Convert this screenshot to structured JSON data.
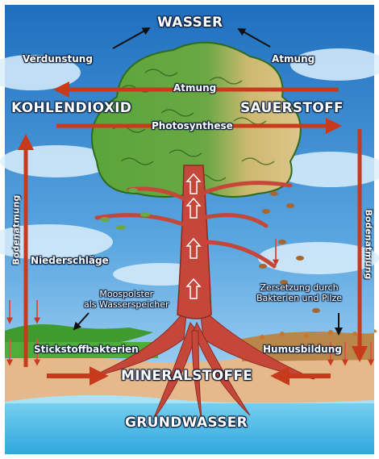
{
  "labels": {
    "wasser": "WASSER",
    "verdunstung": "Verdunstung",
    "atmung_top": "Atmung",
    "atmung_mid": "Atmung",
    "kohlendioxid": "KOHLENDIOXID",
    "sauerstoff": "SAUERSTOFF",
    "photosynthese": "Photosynthese",
    "bodenatmung_left": "Bodenatmung",
    "bodenatmung_right": "Bodenatmung",
    "niederschlaege": "Niederschläge",
    "moospolster_line1": "Moospolster",
    "moospolster_line2": "als Wasserspeicher",
    "zersetzung_line1": "Zersetzung durch",
    "zersetzung_line2": "Bakterien und Pilze",
    "stickstoffbakterien": "Stickstoffbakterien",
    "humusbildung": "Humusbildung",
    "mineralstoffe": "MINERALSTOFFE",
    "grundwasser": "GRUNDWASSER"
  },
  "colors": {
    "sky_top": "#1f6fbf",
    "sky_bottom": "#a9d6f5",
    "arrow_red": "#c83a1c",
    "foliage_green": "#5aa53a",
    "foliage_yellow": "#d9c27a",
    "trunk": "#c4473a",
    "soil": "#e6b98c",
    "moss": "#3f9b2e",
    "groundwater": "#59c6ee"
  }
}
